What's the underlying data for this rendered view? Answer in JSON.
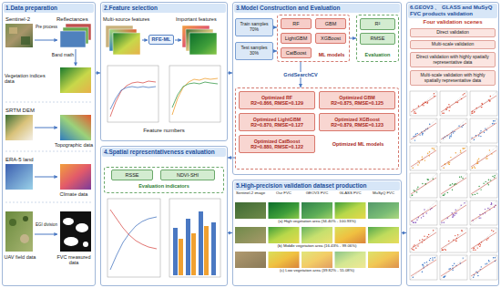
{
  "diagram": {
    "nodes": [
      {
        "text": [
          "1.Data preparation"
        ]
      },
      {
        "text": [
          "2.Feature selection"
        ]
      },
      {
        "text": [
          "3.Model Construction and Evaluation"
        ]
      },
      {
        "text": [
          "4.Spatial representativeness evaluation"
        ]
      },
      {
        "text": [
          "5.High-precision validation dataset production"
        ]
      },
      {
        "text": [
          "6.GEOV3 、 GLASS and MuSyQ FVC products validation"
        ]
      },
      {
        "text": [
          "RFE-ML"
        ],
        "in": 1
      },
      {
        "text": [
          "Train samples",
          "70%"
        ],
        "in": 2
      },
      {
        "text": [
          "Test samples",
          "30%"
        ],
        "in": 2
      },
      {
        "text": [
          "ML models"
        ],
        "in": 2
      },
      {
        "text": [
          "RF"
        ],
        "in": 9
      },
      {
        "text": [
          "GBM"
        ],
        "in": 9
      },
      {
        "text": [
          "LightGBM"
        ],
        "in": 9
      },
      {
        "text": [
          "XGBoost"
        ],
        "in": 9
      },
      {
        "text": [
          "CatBoost"
        ],
        "in": 9
      },
      {
        "text": [
          "Evaluation"
        ],
        "in": 2
      },
      {
        "text": [
          "R²"
        ],
        "in": 15
      },
      {
        "text": [
          "RMSE"
        ],
        "in": 15
      },
      {
        "text": [
          "Optimized ML models"
        ],
        "in": 2
      },
      {
        "text": [
          "Optimized RF",
          "R2=0.866, RMSE=0.129"
        ],
        "in": 18
      },
      {
        "text": [
          "Optimized GBM",
          "R2=0.875, RMSE=0.125"
        ],
        "in": 18
      },
      {
        "text": [
          "Optimized LightGBM",
          "R2=0.870, RMSE=0.127"
        ],
        "in": 18
      },
      {
        "text": [
          "Optimized XGBoost",
          "R2=0.879, RMSE=0.123"
        ],
        "in": 18
      },
      {
        "text": [
          "Optimized CatBoost",
          "R2=0.880, RMSE=0.122"
        ],
        "in": 18
      },
      {
        "text": [
          "Evaluation indicators"
        ],
        "in": 3
      },
      {
        "text": [
          "RSSE"
        ],
        "in": 24
      },
      {
        "text": [
          "NDVI-SHI"
        ],
        "in": 24
      },
      {
        "text": [
          "Direct validation"
        ],
        "in": 5
      },
      {
        "text": [
          "Multi-scale validation"
        ],
        "in": 5
      },
      {
        "text": [
          "Direct validation with highly spatially representative data"
        ],
        "in": 5
      },
      {
        "text": [
          "Multi-scale validation with highly spatially representative data"
        ],
        "in": 5
      }
    ],
    "edges": [
      {
        "from": 0,
        "to": 1,
        "arrow": "to"
      },
      {
        "from": 1,
        "to": 2,
        "arrow": "to"
      },
      {
        "from": 7,
        "to": 9,
        "arrow": "to"
      },
      {
        "from": 8,
        "to": 9,
        "arrow": "to"
      },
      {
        "from": 9,
        "to": 15,
        "arrow": "to"
      },
      {
        "from": 9,
        "to": 18,
        "label": "GridSearchCV",
        "arrow": "to"
      },
      {
        "from": 18,
        "to": 3,
        "arrow": "to"
      },
      {
        "from": 3,
        "to": 4,
        "arrow": "to"
      },
      {
        "from": 4,
        "to": 5,
        "arrow": "to"
      }
    ],
    "labels": [
      "Sentinel-2",
      "Pre process",
      "Reflectances",
      "Band math",
      "Vegetation indices data",
      "SRTM DEM",
      "Topographic data",
      "ERA-5 land",
      "Climate data",
      "UAV field data",
      "EGI division",
      "FVC measured data",
      "Multi-source features",
      "Important features",
      "Feature numbers",
      "Sentinel-2 image",
      "Our FVC",
      "GEOV3 FVC",
      "GLASS FVC",
      "MuSyQ FVC",
      "(a) High vegetation area (34.40% - 100.93%)",
      "(b) Middle vegetation area (16.43% - 99.06%)",
      "(c) Low vegetation area (39.82% - 55.08%)",
      "Four validation scenes"
    ]
  }
}
